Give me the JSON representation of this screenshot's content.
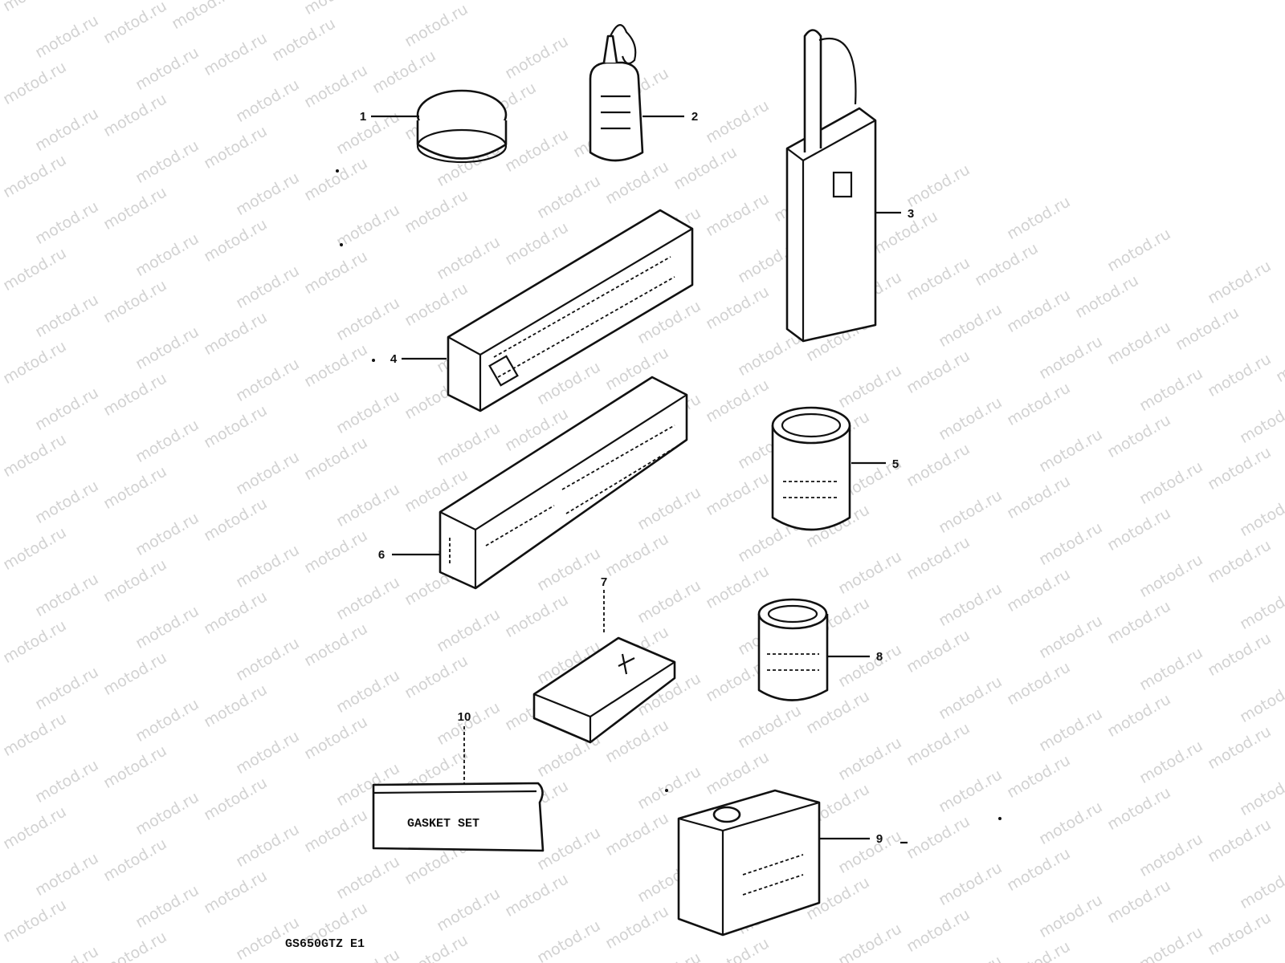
{
  "watermark": "motod.ru",
  "diagram_code": "GS650GTZ E1",
  "gasket_label": "GASKET SET",
  "callouts": [
    "1",
    "2",
    "3",
    "4",
    "5",
    "6",
    "7",
    "8",
    "9",
    "10"
  ],
  "parts": [
    {
      "number": "1",
      "icon": "round-tin-icon"
    },
    {
      "number": "2",
      "icon": "oil-bottle-icon"
    },
    {
      "number": "3",
      "icon": "spout-can-icon"
    },
    {
      "number": "4",
      "icon": "bond-box-icon"
    },
    {
      "number": "5",
      "icon": "paint-can-icon"
    },
    {
      "number": "6",
      "icon": "seal-kit-box-icon"
    },
    {
      "number": "7",
      "icon": "small-pack-icon"
    },
    {
      "number": "8",
      "icon": "small-can-icon"
    },
    {
      "number": "9",
      "icon": "oil-tin-icon"
    },
    {
      "number": "10",
      "icon": "gasket-set-envelope-icon"
    }
  ]
}
